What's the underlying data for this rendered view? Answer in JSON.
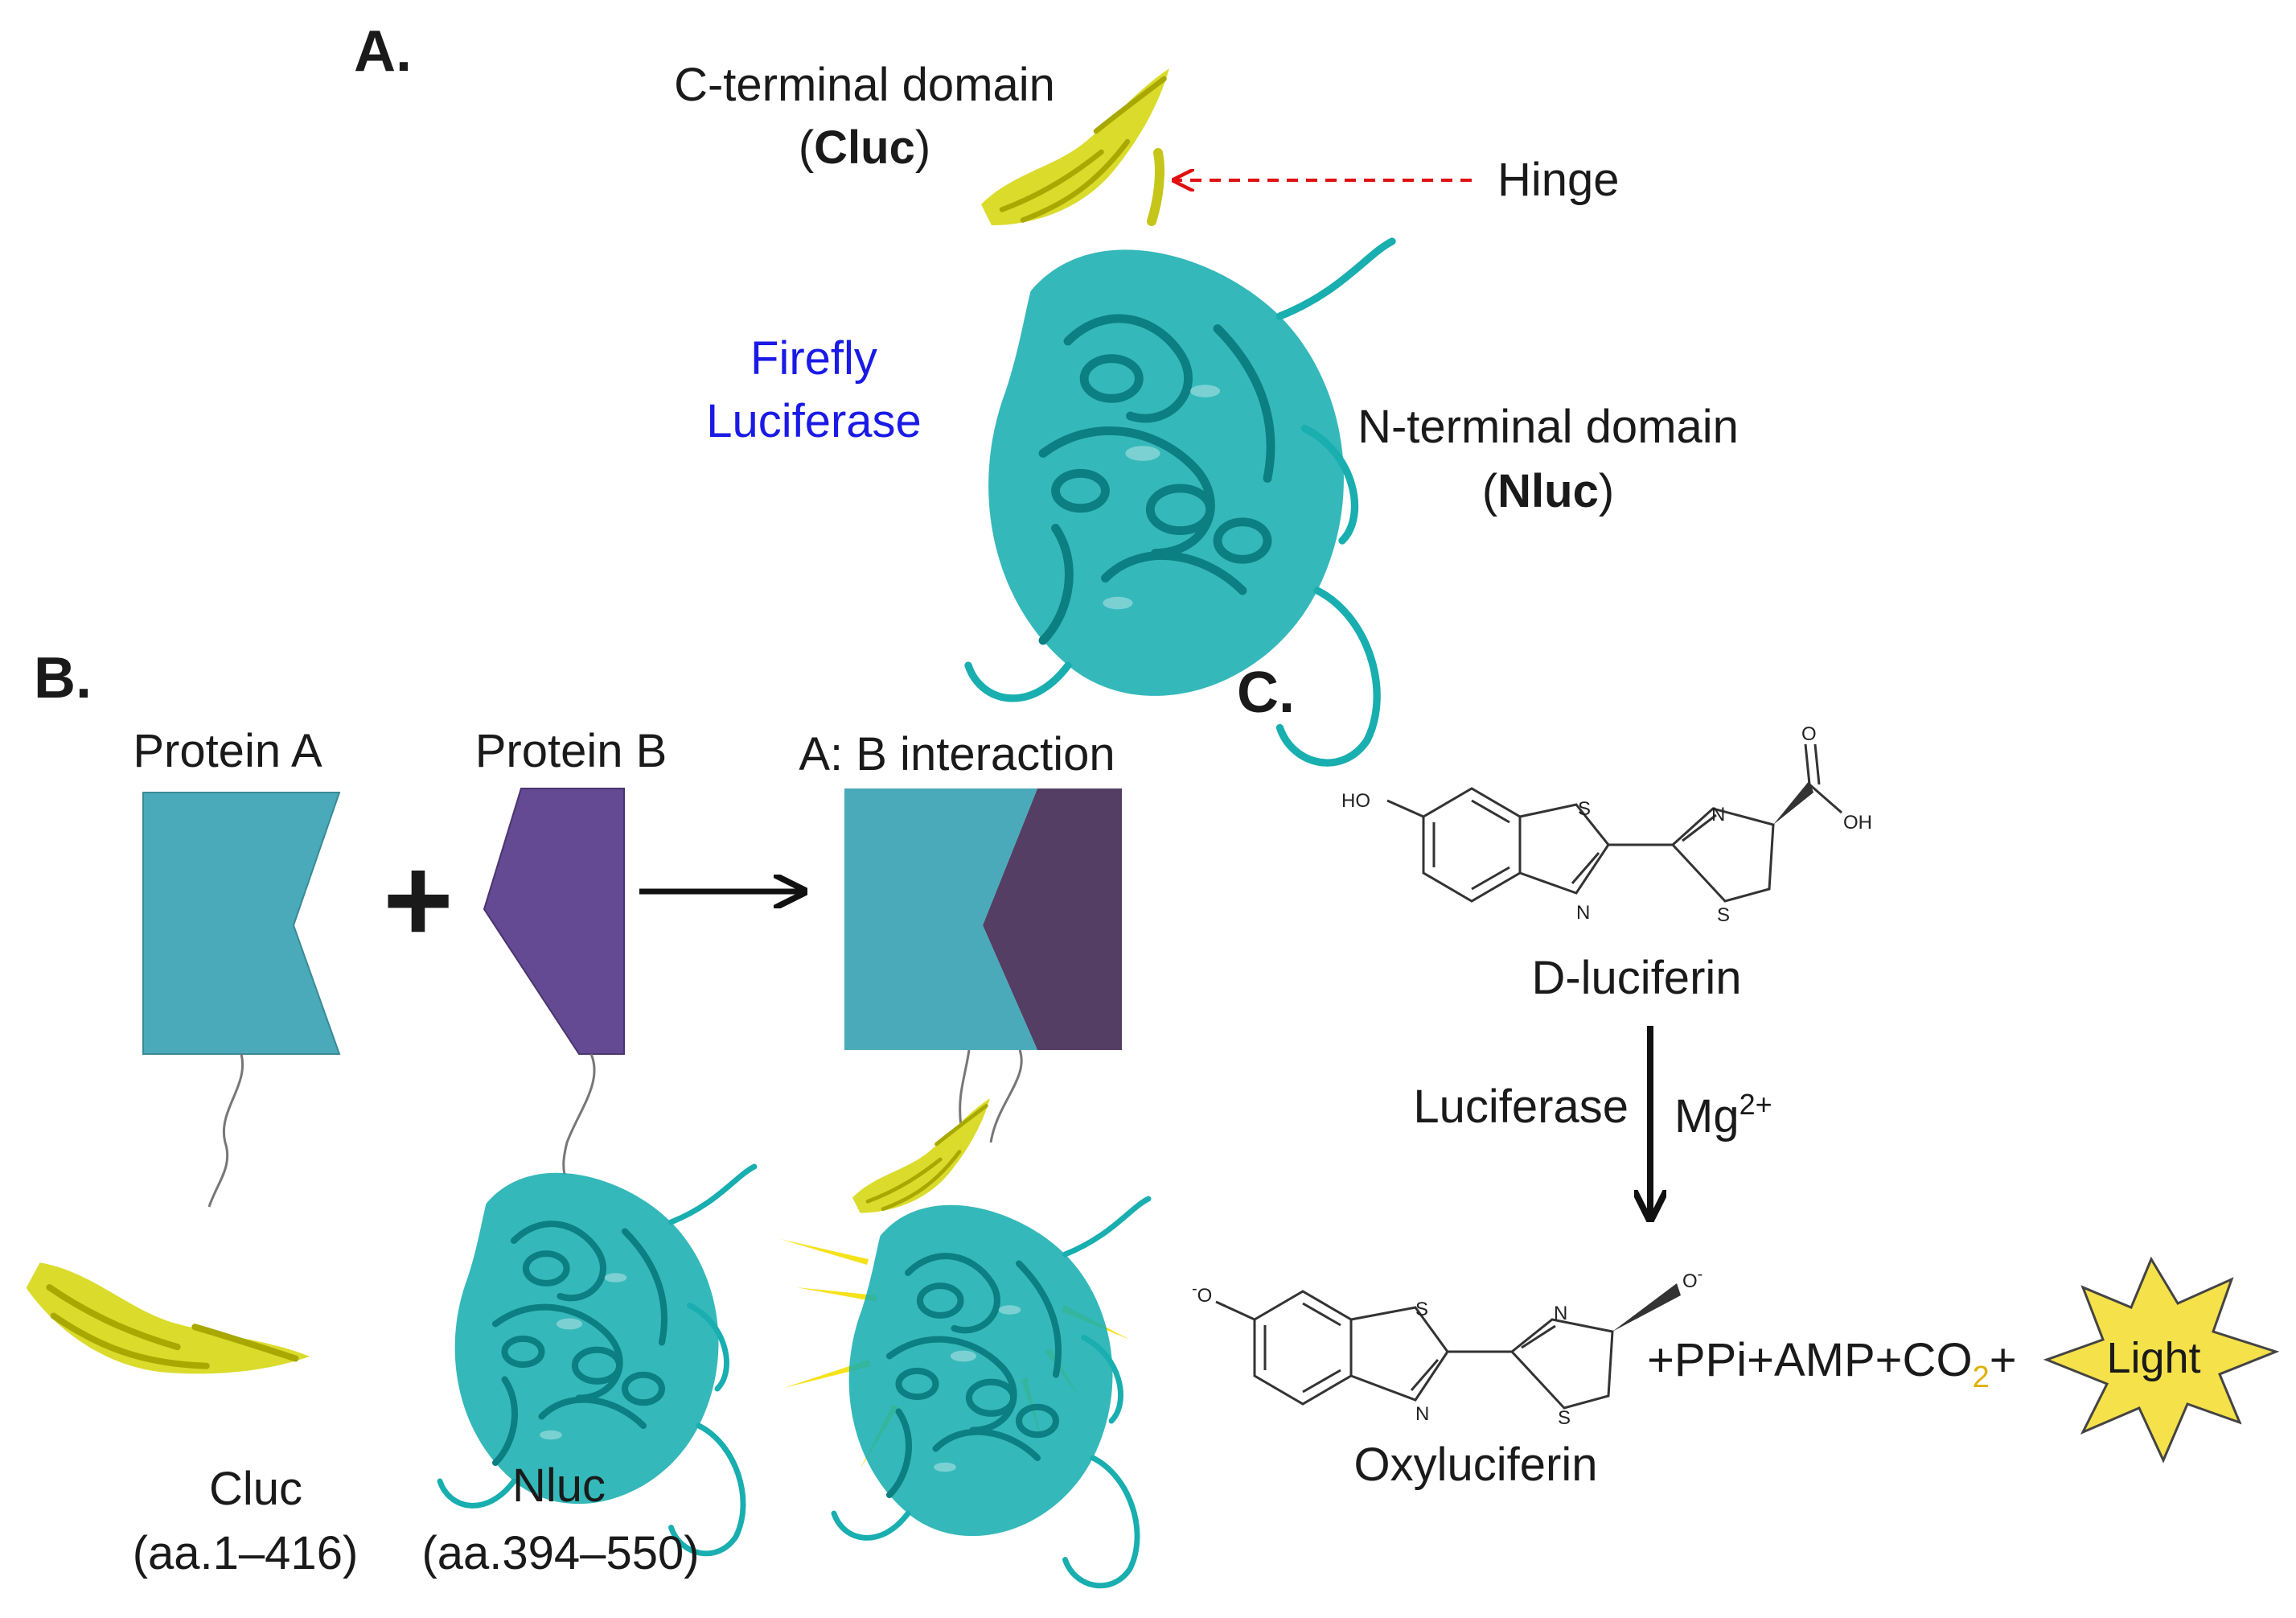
{
  "panel_a": {
    "label": "A.",
    "c_domain_line1": "C-terminal domain",
    "c_domain_paren_open": "(",
    "c_domain_abbr": "Cluc",
    "c_domain_paren_close": ")",
    "hinge": "Hinge",
    "enzyme_line1": "Firefly",
    "enzyme_line2": "Luciferase",
    "n_domain_line1": "N-terminal domain",
    "n_domain_paren_open": "(",
    "n_domain_abbr": "Nluc",
    "n_domain_paren_close": ")"
  },
  "panel_b": {
    "label": "B.",
    "protein_a": "Protein A",
    "plus": "+",
    "protein_b": "Protein B",
    "interaction": "A: B interaction",
    "cluc_name": "Cluc",
    "cluc_range": "(aa.1–416)",
    "nluc_name": "Nluc",
    "nluc_range": "(aa.394–550)"
  },
  "panel_c": {
    "label": "C.",
    "substrate": "D-luciferin",
    "atom_ho": "HO",
    "atom_s": "S",
    "atom_n": "N",
    "atom_o": "O",
    "atom_oh": "OH",
    "atom_o_minus": "O",
    "charge_minus": "-",
    "enzyme": "Luciferase",
    "cofactor_base": "Mg",
    "cofactor_charge": "2+",
    "byproducts_prefix": "+PPi+AMP+CO",
    "byproducts_subscript": "2",
    "byproducts_suffix": "+",
    "product": "Oxyluciferin",
    "light": "Light"
  },
  "colors": {
    "nluc_teal": "#19aeb0",
    "cluc_yellow": "#d8d81a",
    "protein_a_fill": "#4aaab9",
    "protein_b_fill": "#644a92",
    "complex_dark": "#553e63",
    "hinge_arrow": "#e01010",
    "enzyme_label": "#1a1ae6",
    "light_star": "#f5e14a"
  }
}
